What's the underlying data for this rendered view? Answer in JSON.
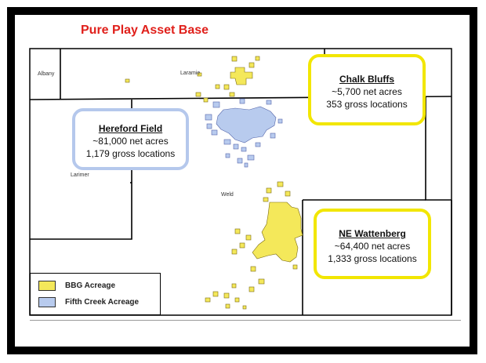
{
  "title": "Pure Play Asset Base",
  "counties": {
    "albany": "Albany",
    "laramie": "Laramie",
    "larimer": "Larimer",
    "weld": "Weld"
  },
  "callouts": {
    "chalk_bluffs": {
      "name": "Chalk Bluffs",
      "net": "~5,700 net acres",
      "gross": "353 gross locations"
    },
    "hereford": {
      "name": "Hereford Field",
      "net": "~81,000 net acres",
      "gross": "1,179 gross locations"
    },
    "ne_wattenberg": {
      "name": "NE Wattenberg",
      "net": "~64,400 net acres",
      "gross": "1,333 gross locations"
    }
  },
  "legend": [
    {
      "label": "BBG Acreage",
      "color": "#f4e85a"
    },
    {
      "label": "Fifth Creek Acreage",
      "color": "#b8cbee"
    }
  ],
  "colors": {
    "title": "#e0201b",
    "bbg": "#f4e85a",
    "fifth_creek": "#b8cbee",
    "yellow_border": "#f2e600",
    "blue_border": "#b5c8ec"
  }
}
